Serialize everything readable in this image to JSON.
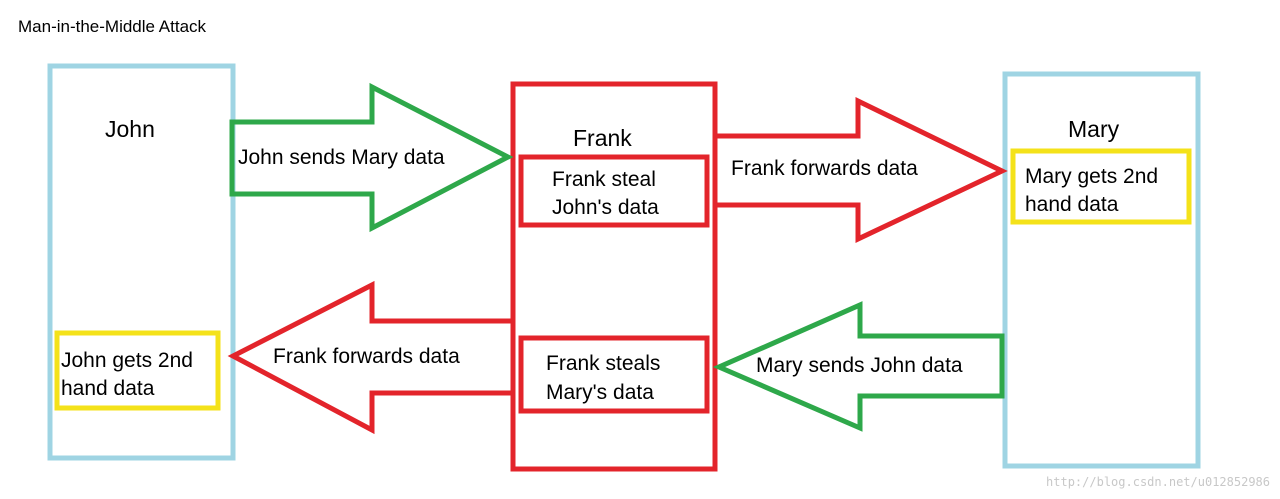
{
  "title": "Man-in-the-Middle Attack",
  "colors": {
    "party_border": "#9fd4e3",
    "attacker_border": "#e3242b",
    "legit_arrow": "#2ea84a",
    "forward_arrow": "#e3242b",
    "received_box": "#f4e21a",
    "steal_box": "#e3242b"
  },
  "john": {
    "name": "John",
    "received": [
      "John gets 2nd",
      "hand data"
    ]
  },
  "frank": {
    "name": "Frank",
    "steal_john": [
      "Frank steal",
      "John's data"
    ],
    "steal_mary": [
      "Frank steals",
      "Mary's data"
    ]
  },
  "mary": {
    "name": "Mary",
    "received": [
      "Mary gets 2nd",
      "hand data"
    ]
  },
  "arrows": {
    "john_to_frank": "John sends Mary data",
    "frank_to_mary": "Frank forwards data",
    "mary_to_frank": "Mary sends John data",
    "frank_to_john": "Frank forwards data"
  },
  "watermark": "http://blog.csdn.net/u012852986"
}
